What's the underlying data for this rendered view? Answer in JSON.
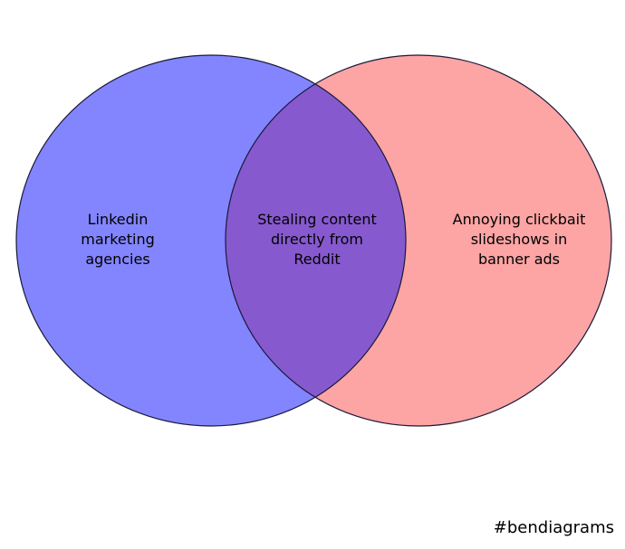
{
  "diagram": {
    "type": "venn-2",
    "sets": [
      {
        "label": "Linkedin\nmarketing\nagencies",
        "fill": "#8285fd"
      },
      {
        "label": "Annoying clickbait\nslideshows in\nbanner ads",
        "fill": "#fda4a4"
      }
    ],
    "intersection": {
      "label": "Stealing content\ndirectly from\nReddit",
      "fill": "#8759cf"
    },
    "outline_color": "#1a1a3a"
  },
  "footer": {
    "hashtag": "#bendiagrams"
  }
}
